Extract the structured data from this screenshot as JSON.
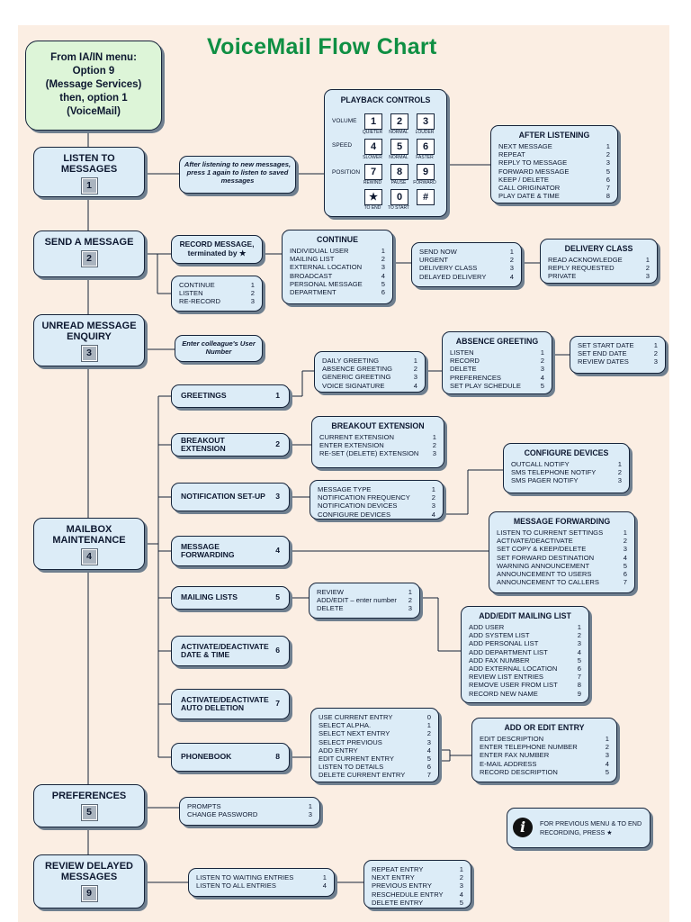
{
  "title": "VoiceMail Flow Chart",
  "start": [
    "From IA/IN menu:",
    "Option 9",
    "(Message Services)",
    "then, option 1",
    "(VoiceMail)"
  ],
  "main_menu": [
    {
      "label": "LISTEN TO MESSAGES",
      "key": "1"
    },
    {
      "label": "SEND A MESSAGE",
      "key": "2"
    },
    {
      "label": "UNREAD MESSAGE ENQUIRY",
      "key": "3"
    },
    {
      "label": "MAILBOX MAINTENANCE",
      "key": "4"
    },
    {
      "label": "PREFERENCES",
      "key": "5"
    },
    {
      "label": "REVIEW DELAYED MESSAGES",
      "key": "9"
    }
  ],
  "listen_note": "After listening to new messages, press 1 again to listen to saved messages",
  "playback": {
    "title": "PLAYBACK CONTROLS",
    "volume": "VOLUME",
    "speed": "SPEED",
    "position": "POSITION",
    "keys": [
      {
        "k": "1",
        "l": "QUIETER"
      },
      {
        "k": "2",
        "l": "NORMAL"
      },
      {
        "k": "3",
        "l": "LOUDER"
      },
      {
        "k": "4",
        "l": "SLOWER"
      },
      {
        "k": "5",
        "l": "NORMAL"
      },
      {
        "k": "6",
        "l": "FASTER"
      },
      {
        "k": "7",
        "l": "REWIND"
      },
      {
        "k": "8",
        "l": "PAUSE"
      },
      {
        "k": "9",
        "l": "FORWARD"
      },
      {
        "k": "★",
        "l": "TO END"
      },
      {
        "k": "0",
        "l": "TO START"
      },
      {
        "k": "#",
        "l": ""
      }
    ]
  },
  "after_listening": {
    "title": "AFTER LISTENING",
    "items": [
      [
        "NEXT MESSAGE",
        "1"
      ],
      [
        "REPEAT",
        "2"
      ],
      [
        "REPLY TO MESSAGE",
        "3"
      ],
      [
        "FORWARD MESSAGE",
        "5"
      ],
      [
        "KEEP / DELETE",
        "6"
      ],
      [
        "CALL ORIGINATOR",
        "7"
      ],
      [
        "PLAY DATE & TIME",
        "8"
      ]
    ]
  },
  "record_message": "RECORD MESSAGE, terminated by ★",
  "record_options": [
    [
      "CONTINUE",
      "1"
    ],
    [
      "LISTEN",
      "2"
    ],
    [
      "RE-RECORD",
      "3"
    ]
  ],
  "continue_box": {
    "title": "CONTINUE",
    "items": [
      [
        "INDIVIDUAL USER",
        "1"
      ],
      [
        "MAILING LIST",
        "2"
      ],
      [
        "EXTERNAL LOCATION",
        "3"
      ],
      [
        "BROADCAST",
        "4"
      ],
      [
        "PERSONAL MESSAGE",
        "5"
      ],
      [
        "DEPARTMENT",
        "6"
      ]
    ]
  },
  "send_options": [
    [
      "SEND NOW",
      "1"
    ],
    [
      "URGENT",
      "2"
    ],
    [
      "DELIVERY CLASS",
      "3"
    ],
    [
      "DELAYED DELIVERY",
      "4"
    ]
  ],
  "delivery_class": {
    "title": "DELIVERY CLASS",
    "items": [
      [
        "READ ACKNOWLEDGE",
        "1"
      ],
      [
        "REPLY REQUESTED",
        "2"
      ],
      [
        "PRIVATE",
        "3"
      ]
    ]
  },
  "enquiry_note": "Enter colleague's User Number",
  "maintenance_items": [
    {
      "label": "GREETINGS",
      "key": "1"
    },
    {
      "label": "BREAKOUT EXTENSION",
      "key": "2"
    },
    {
      "label": "NOTIFICATION SET-UP",
      "key": "3"
    },
    {
      "label": "MESSAGE FORWARDING",
      "key": "4"
    },
    {
      "label": "MAILING LISTS",
      "key": "5"
    },
    {
      "label": "ACTIVATE/DEACTIVATE DATE & TIME",
      "key": "6"
    },
    {
      "label": "ACTIVATE/DEACTIVATE AUTO DELETION",
      "key": "7"
    },
    {
      "label": "PHONEBOOK",
      "key": "8"
    }
  ],
  "greeting_types": [
    [
      "DAILY GREETING",
      "1"
    ],
    [
      "ABSENCE GREETING",
      "2"
    ],
    [
      "GENERIC GREETING",
      "3"
    ],
    [
      "VOICE SIGNATURE",
      "4"
    ]
  ],
  "absence_greeting": {
    "title": "ABSENCE GREETING",
    "items": [
      [
        "LISTEN",
        "1"
      ],
      [
        "RECORD",
        "2"
      ],
      [
        "DELETE",
        "3"
      ],
      [
        "PREFERENCES",
        "4"
      ],
      [
        "SET PLAY SCHEDULE",
        "5"
      ]
    ]
  },
  "schedule": [
    [
      "SET START DATE",
      "1"
    ],
    [
      "SET END DATE",
      "2"
    ],
    [
      "REVIEW DATES",
      "3"
    ]
  ],
  "breakout": {
    "title": "BREAKOUT EXTENSION",
    "items": [
      [
        "CURRENT EXTENSION",
        "1"
      ],
      [
        "ENTER EXTENSION",
        "2"
      ],
      [
        "RE-SET (DELETE) EXTENSION",
        "3"
      ]
    ]
  },
  "notification": [
    [
      "MESSAGE TYPE",
      "1"
    ],
    [
      "NOTIFICATION FREQUENCY",
      "2"
    ],
    [
      "NOTIFICATION DEVICES",
      "3"
    ],
    [
      "CONFIGURE DEVICES",
      "4"
    ]
  ],
  "configure_devices": {
    "title": "CONFIGURE DEVICES",
    "items": [
      [
        "OUTCALL NOTIFY",
        "1"
      ],
      [
        "SMS TELEPHONE NOTIFY",
        "2"
      ],
      [
        "SMS PAGER NOTIFY",
        "3"
      ]
    ]
  },
  "message_forwarding": {
    "title": "MESSAGE FORWARDING",
    "items": [
      [
        "LISTEN TO CURRENT SETTINGS",
        "1"
      ],
      [
        "ACTIVATE/DEACTIVATE",
        "2"
      ],
      [
        "SET COPY & KEEP/DELETE",
        "3"
      ],
      [
        "SET FORWARD DESTINATION",
        "4"
      ],
      [
        "WARNING ANNOUNCEMENT",
        "5"
      ],
      [
        "ANNOUNCEMENT TO USERS",
        "6"
      ],
      [
        "ANNOUNCEMENT TO CALLERS",
        "7"
      ]
    ]
  },
  "mailing_ops": [
    [
      "REVIEW",
      "1"
    ],
    [
      "ADD/EDIT – enter number",
      "2"
    ],
    [
      "DELETE",
      "3"
    ]
  ],
  "add_edit_mailing": {
    "title": "ADD/EDIT MAILING LIST",
    "items": [
      [
        "ADD USER",
        "1"
      ],
      [
        "ADD SYSTEM LIST",
        "2"
      ],
      [
        "ADD PERSONAL LIST",
        "3"
      ],
      [
        "ADD DEPARTMENT LIST",
        "4"
      ],
      [
        "ADD FAX NUMBER",
        "5"
      ],
      [
        "ADD EXTERNAL LOCATION",
        "6"
      ],
      [
        "REVIEW LIST ENTRIES",
        "7"
      ],
      [
        "REMOVE USER FROM LIST",
        "8"
      ],
      [
        "RECORD NEW NAME",
        "9"
      ]
    ]
  },
  "phonebook_ops": [
    [
      "USE CURRENT ENTRY",
      "0"
    ],
    [
      "SELECT ALPHA.",
      "1"
    ],
    [
      "SELECT NEXT ENTRY",
      "2"
    ],
    [
      "SELECT PREVIOUS",
      "3"
    ],
    [
      "ADD ENTRY",
      "4"
    ],
    [
      "EDIT CURRENT ENTRY",
      "5"
    ],
    [
      "LISTEN TO DETAILS",
      "6"
    ],
    [
      "DELETE CURRENT ENTRY",
      "7"
    ]
  ],
  "add_edit_entry": {
    "title": "ADD OR EDIT ENTRY",
    "items": [
      [
        "EDIT DESCRIPTION",
        "1"
      ],
      [
        "ENTER TELEPHONE NUMBER",
        "2"
      ],
      [
        "ENTER FAX NUMBER",
        "3"
      ],
      [
        "E-MAIL ADDRESS",
        "4"
      ],
      [
        "RECORD DESCRIPTION",
        "5"
      ]
    ]
  },
  "preferences": [
    [
      "PROMPTS",
      "1"
    ],
    [
      "CHANGE PASSWORD",
      "3"
    ]
  ],
  "review_delayed": [
    [
      "LISTEN TO WAITING ENTRIES",
      "1"
    ],
    [
      "LISTEN TO ALL ENTRIES",
      "4"
    ]
  ],
  "delayed_entry_ops": [
    [
      "REPEAT ENTRY",
      "1"
    ],
    [
      "NEXT ENTRY",
      "2"
    ],
    [
      "PREVIOUS ENTRY",
      "3"
    ],
    [
      "RESCHEDULE ENTRY",
      "4"
    ],
    [
      "DELETE ENTRY",
      "5"
    ]
  ],
  "info_note": "FOR PREVIOUS MENU & TO END RECORDING, PRESS ★",
  "info_icon": "i",
  "colors": {
    "title": "#0f8f43",
    "box": "#dcecf7",
    "start": "#ddf5d8",
    "panel": "#fbeee3",
    "ink": "#16243a"
  }
}
